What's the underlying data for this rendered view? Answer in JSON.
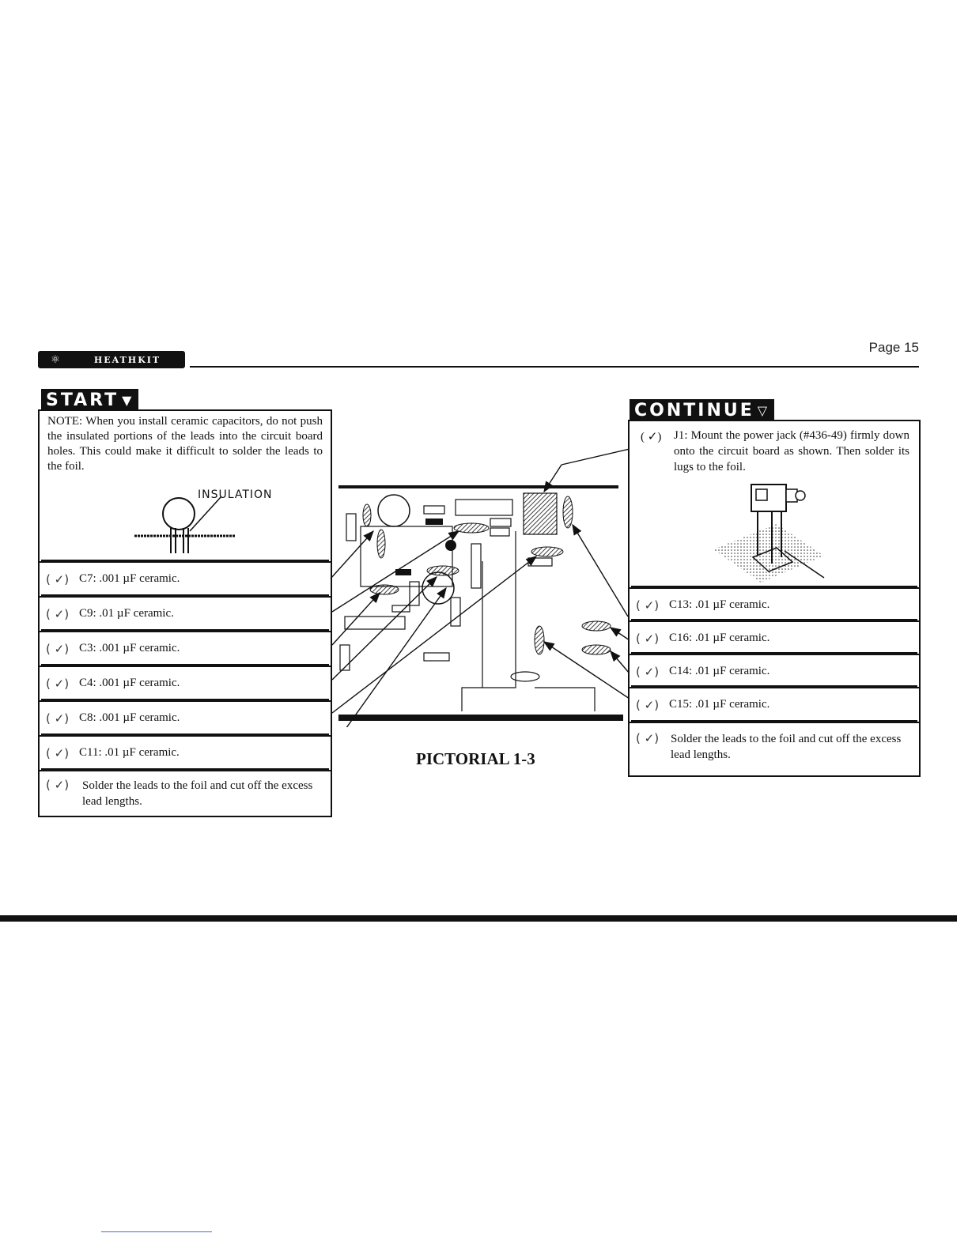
{
  "header": {
    "brand": "HEATHKIT",
    "page_label": "Page 15"
  },
  "start": {
    "banner": "START",
    "note": "NOTE: When you install ceramic capacitors, do not push the insulated portions of the leads into the circuit board holes. This could make it difficult to solder the leads to the foil.",
    "insulation_label": "INSULATION",
    "steps": [
      {
        "check": "( ✓)",
        "text": "C7: .001 µF ceramic."
      },
      {
        "check": "( ✓)",
        "text": "C9: .01 µF ceramic."
      },
      {
        "check": "( ✓)",
        "text": "C3: .001 µF ceramic."
      },
      {
        "check": "( ✓)",
        "text": "C4: .001 µF ceramic."
      },
      {
        "check": "( ✓)",
        "text": "C8: .001 µF ceramic."
      },
      {
        "check": "( ✓)",
        "text": "C11: .01 µF ceramic."
      },
      {
        "check": "( ✓)",
        "text": "Solder the leads to the foil and cut off the excess lead lengths."
      }
    ]
  },
  "continue": {
    "banner": "CONTINUE",
    "j1_check": "( ✓)",
    "j1_text": "J1: Mount the power jack (#436-49) firmly down onto the circuit board as shown. Then solder its lugs to the foil.",
    "steps": [
      {
        "check": "( ✓)",
        "text": "C13: .01 µF ceramic."
      },
      {
        "check": "( ✓)",
        "text": "C16: .01 µF ceramic."
      },
      {
        "check": "( ✓)",
        "text": "C14: .01 µF ceramic."
      },
      {
        "check": "( ✓)",
        "text": "C15: .01 µF ceramic."
      },
      {
        "check": "( ✓)",
        "text": "Solder the leads to the foil and cut off the excess lead lengths."
      }
    ]
  },
  "pictorial": {
    "title": "PICTORIAL 1-3"
  }
}
